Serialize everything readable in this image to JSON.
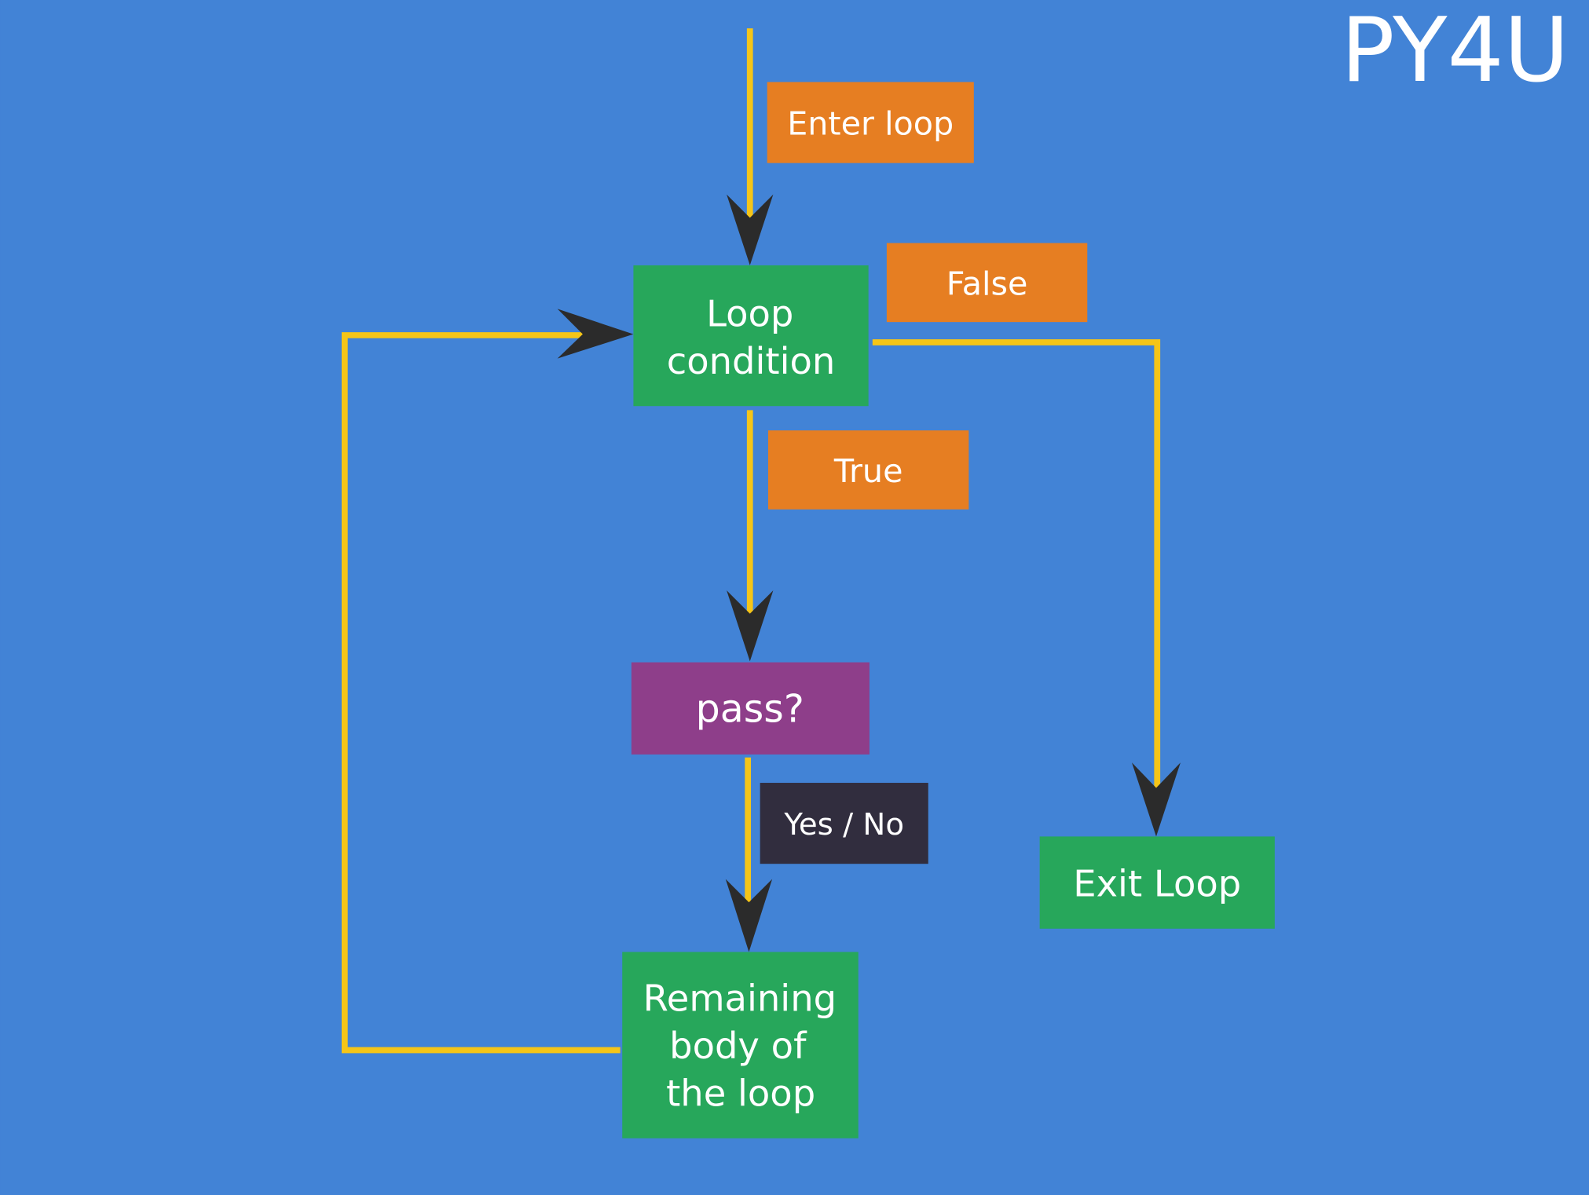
{
  "brand": "PY4U",
  "colors": {
    "background": "#4283d6",
    "process": "#27a75b",
    "label": "#e67e22",
    "decision": "#8e3e8a",
    "dark_label": "#312d3e",
    "connector": "#f5c518",
    "arrowhead": "#2b2b2b"
  },
  "nodes": {
    "loop_condition": [
      "Loop",
      "condition"
    ],
    "pass": "pass?",
    "remaining_body": [
      "Remaining",
      "body of",
      "the loop"
    ],
    "exit_loop": "Exit Loop"
  },
  "edge_labels": {
    "enter": "Enter loop",
    "false": "False",
    "true": "True",
    "yes_no": "Yes / No"
  }
}
